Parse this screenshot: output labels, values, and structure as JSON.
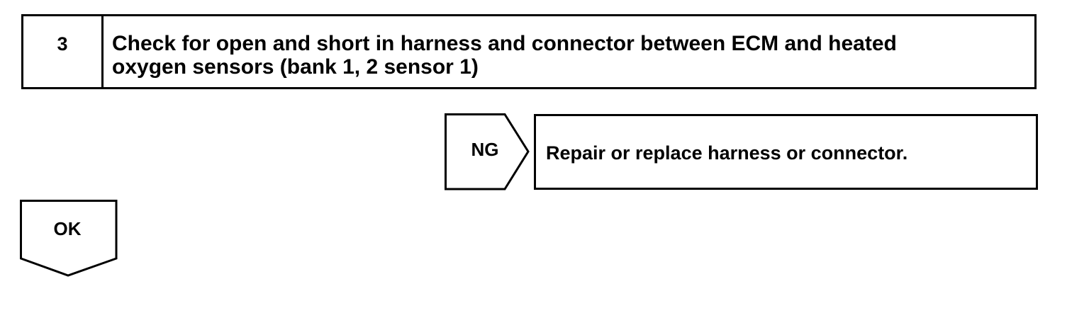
{
  "step": {
    "number": "3",
    "text": "Check for open and short in harness and connector between ECM and heated\noxygen sensors (bank 1, 2 sensor 1)"
  },
  "ng_branch": {
    "label": "NG",
    "action": "Repair or replace harness or connector."
  },
  "ok_branch": {
    "label": "OK"
  }
}
